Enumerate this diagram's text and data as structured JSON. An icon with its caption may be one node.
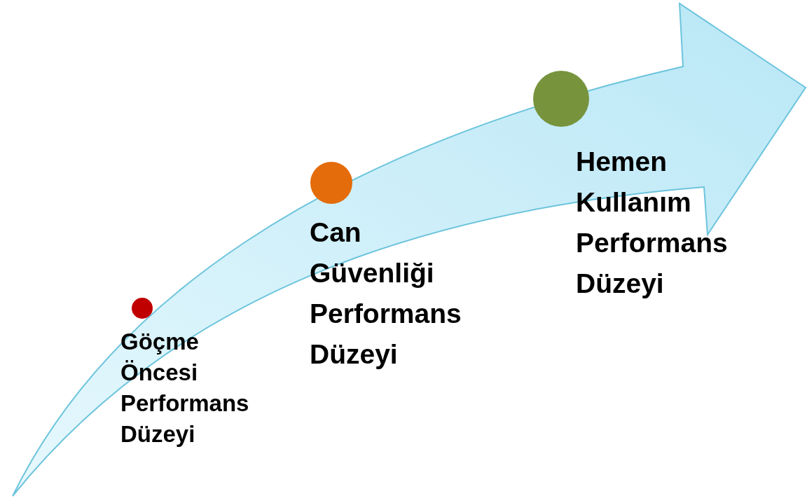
{
  "diagram": {
    "nodes": [
      {
        "text": [],
        "shape": "circle",
        "beside": [
          "Göçme Öncesi Performans Düzeyi"
        ]
      },
      {
        "text": [],
        "shape": "circle",
        "beside": [
          "Can Güvenliği Performans Düzeyi"
        ]
      },
      {
        "text": [],
        "shape": "circle",
        "beside": [
          "Hemen Kullanım Performans Düzeyi"
        ]
      }
    ]
  }
}
